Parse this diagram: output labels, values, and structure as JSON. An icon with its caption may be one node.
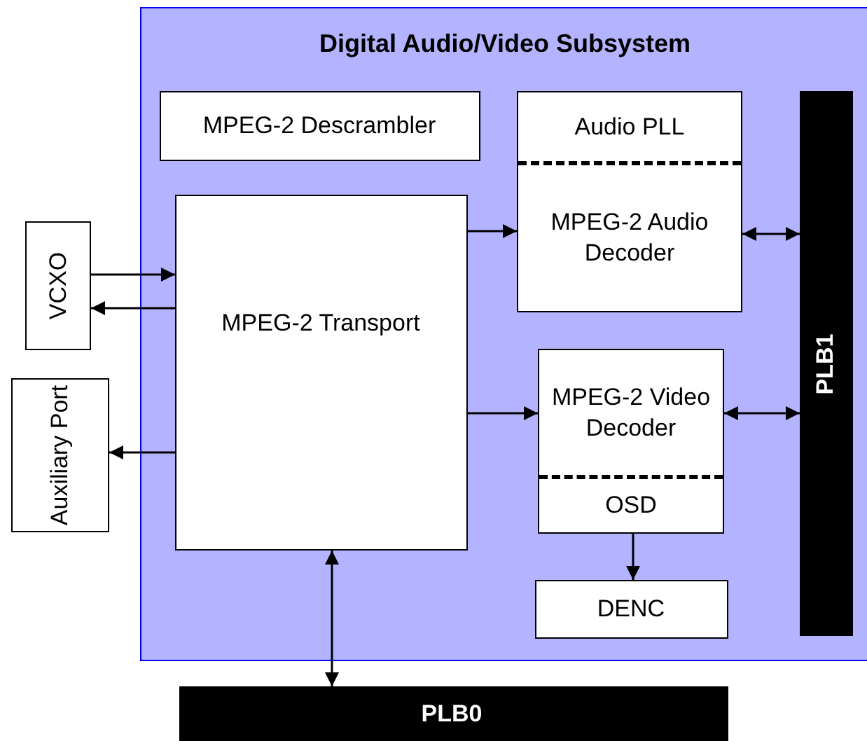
{
  "diagram": {
    "nodes": [
      {
        "text": [
          "Digital Audio/Video Subsystem"
        ]
      },
      {
        "text": [
          "MPEG-2 Descrambler"
        ],
        "in": 0
      },
      {
        "text": [
          "Audio PLL",
          "MPEG-2 Audio Decoder"
        ],
        "in": 0
      },
      {
        "text": [
          "MPEG-2 Video Decoder",
          "OSD"
        ],
        "in": 0
      },
      {
        "text": [
          "MPEG-2 Transport"
        ],
        "in": 0
      },
      {
        "text": [
          "DENC"
        ],
        "in": 0
      },
      {
        "text": [
          "PLB1"
        ],
        "in": 0
      },
      {
        "text": [
          "VCXO"
        ]
      },
      {
        "text": [
          "Auxiliary Port"
        ]
      },
      {
        "text": [
          "PLB0"
        ]
      }
    ],
    "edges": [
      {
        "from": 4,
        "to": 2,
        "arrow": "to"
      },
      {
        "from": 4,
        "to": 3,
        "arrow": "to"
      },
      {
        "from": 2,
        "to": 6,
        "arrow": "both"
      },
      {
        "from": 3,
        "to": 6,
        "arrow": "both"
      },
      {
        "from": 3,
        "to": 5,
        "arrow": "to"
      },
      {
        "from": 4,
        "to": 9,
        "arrow": "both"
      },
      {
        "from": 7,
        "to": 4,
        "arrow": "to"
      },
      {
        "from": 4,
        "to": 7,
        "arrow": "to"
      },
      {
        "from": 4,
        "to": 8,
        "arrow": "to"
      }
    ]
  }
}
